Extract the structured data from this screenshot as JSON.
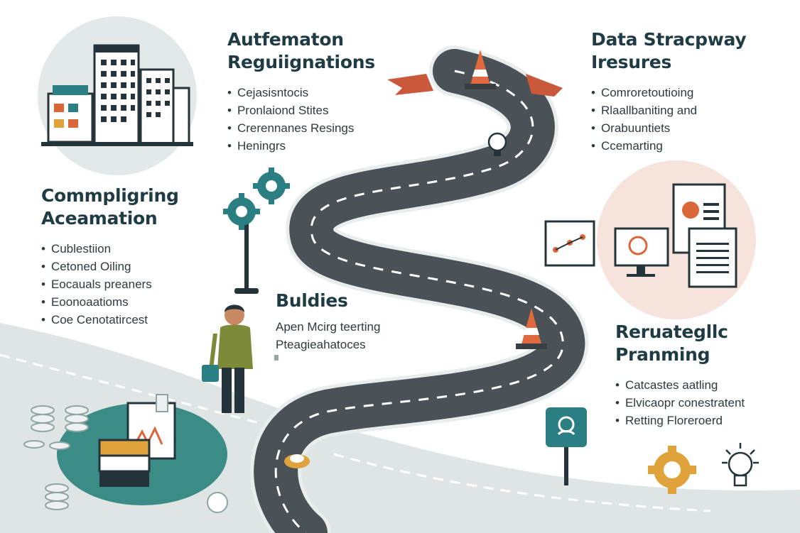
{
  "sections": {
    "top_center": {
      "title_line1": "Autfematon",
      "title_line2": "Reguiignations",
      "items": [
        "Cejasisntocis",
        "Pronlaiond Stites",
        "Crerennanes Resings",
        "Heningrs"
      ]
    },
    "top_right": {
      "title_line1": "Data Stracpway",
      "title_line2": "Iresures",
      "items": [
        "Comroretoutioing",
        "Rlaallbaniting and",
        "Orabuuntiets",
        "Ccemarting"
      ]
    },
    "left": {
      "title_line1": "Commpligring",
      "title_line2": "Aceamation",
      "items": [
        "Cublestiion",
        "Cetoned Oiling",
        "Eocauals preaners",
        "Eoonoaatioms",
        "Coe Cenotatircest"
      ]
    },
    "center": {
      "title": "Buldies",
      "line1": "Apen Mcirg teerting",
      "line2": "Pteagieahatoces"
    },
    "bottom_right": {
      "title_line1": "Reruategllc",
      "title_line2": "Pranming",
      "items": [
        "Catcastes aatling",
        "Elvicaopr conestratent",
        "Retting Floreroerd"
      ]
    }
  },
  "colors": {
    "road": "#4a5258",
    "teal": "#2b7f82",
    "orange": "#d9673a",
    "gold": "#e0a23a",
    "circle_bg": "#e8ecec",
    "peach_bg": "#f6e4dc"
  }
}
